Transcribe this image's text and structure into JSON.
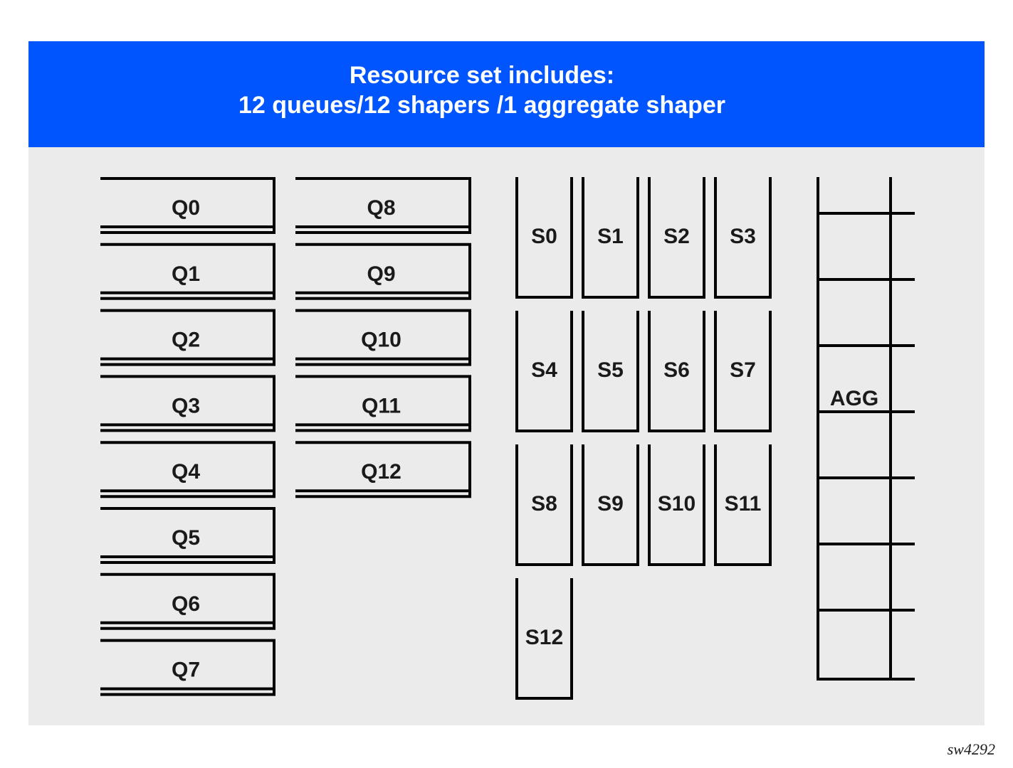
{
  "header": {
    "line1": "Resource set includes:",
    "line2": "12 queues/12 shapers /1 aggregate shaper"
  },
  "queues": [
    "Q0",
    "Q1",
    "Q2",
    "Q3",
    "Q4",
    "Q5",
    "Q6",
    "Q7",
    "Q8",
    "Q9",
    "Q10",
    "Q11",
    "Q12"
  ],
  "shapers": [
    "S0",
    "S1",
    "S2",
    "S3",
    "S4",
    "S5",
    "S6",
    "S7",
    "S8",
    "S9",
    "S10",
    "S11",
    "S12"
  ],
  "aggregate": {
    "label": "AGG"
  },
  "figure_ref": "sw4292",
  "colors": {
    "header_bg": "#0055ff",
    "panel_bg": "#ebebeb",
    "header_text": "#ffffff",
    "line": "#000000"
  }
}
